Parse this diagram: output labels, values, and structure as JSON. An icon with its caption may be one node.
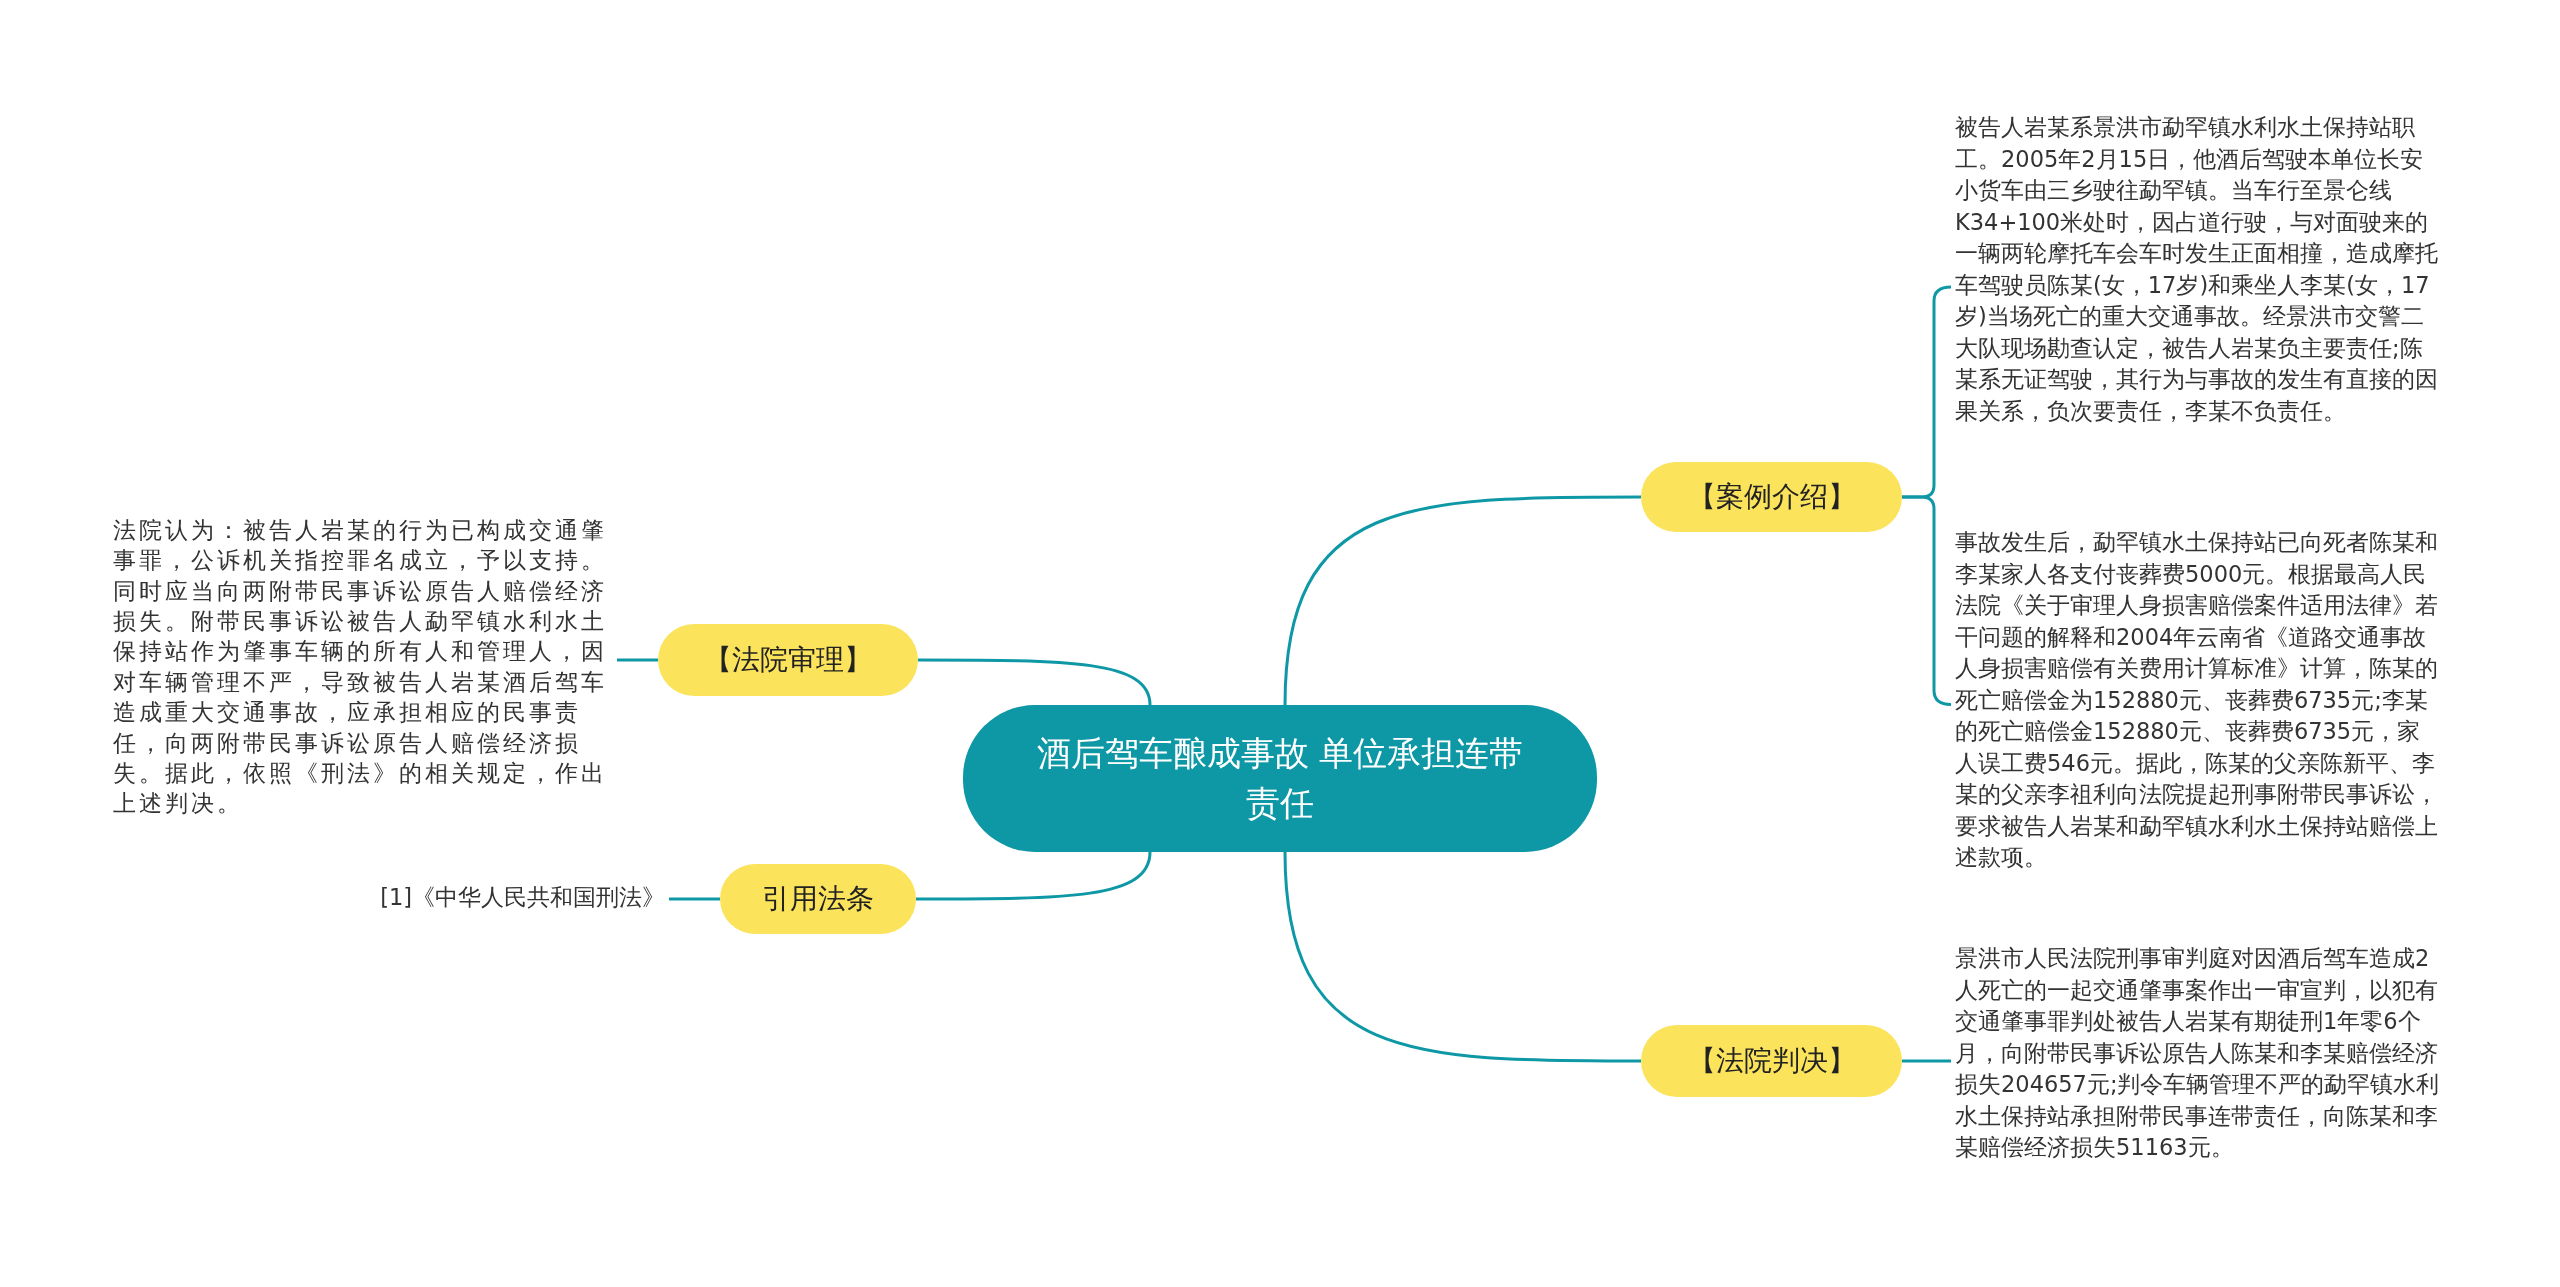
{
  "diagram": {
    "nodes": [
      {
        "text": [
          "酒后驾车酿成事故 单位承担连带责任"
        ]
      },
      {
        "text": [
          "【案例介绍】"
        ]
      },
      {
        "text": [
          "被告人岩某系景洪市勐罕镇水利水土保持站职工。2005年2月15日，他酒后驾驶本单位长安小货车由三乡驶往勐罕镇。当车行至景仑线K34+100米处时，因占道行驶，与对面驶来的一辆两轮摩托车会车时发生正面相撞，造成摩托车驾驶员陈某(女，17岁)和乘坐人李某(女，17岁)当场死亡的重大交通事故。经景洪市交警二大队现场勘查认定，被告人岩某负主要责任;陈某系无证驾驶，其行为与事故的发生有直接的因果关系，负次要责任，李某不负责任。"
        ]
      },
      {
        "text": [
          "事故发生后，勐罕镇水土保持站已向死者陈某和李某家人各支付丧葬费5000元。根据最高人民法院《关于审理人身损害赔偿案件适用法律》若干问题的解释和2004年云南省《道路交通事故人身损害赔偿有关费用计算标准》计算，陈某的死亡赔偿金为152880元、丧葬费6735元;李某的死亡赔偿金152880元、丧葬费6735元，家人误工费546元。据此，陈某的父亲陈新平、李某的父亲李祖利向法院提起刑事附带民事诉讼，要求被告人岩某和勐罕镇水利水土保持站赔偿上述款项。"
        ]
      },
      {
        "text": [
          "【法院判决】"
        ]
      },
      {
        "text": [
          "景洪市人民法院刑事审判庭对因酒后驾车造成2人死亡的一起交通肇事案作出一审宣判，以犯有交通肇事罪判处被告人岩某有期徒刑1年零6个月，向附带民事诉讼原告人陈某和李某赔偿经济损失204657元;判令车辆管理不严的勐罕镇水利水土保持站承担附带民事连带责任，向陈某和李某赔偿经济损失51163元。"
        ]
      },
      {
        "text": [
          "【法院审理】"
        ]
      },
      {
        "text": [
          "法院认为：被告人岩某的行为已构成交通肇事罪，公诉机关指控罪名成立，予以支持。同时应当向两附带民事诉讼原告人赔偿经济损失。附带民事诉讼被告人勐罕镇水利水土保持站作为肇事车辆的所有人和管理人，因对车辆管理不严，导致被告人岩某酒后驾车造成重大交通事故，应承担相应的民事责任，向两附带民事诉讼原告人赔偿经济损失。据此，依照《刑法》的相关规定，作出上述判决。"
        ]
      },
      {
        "text": [
          "引用法条"
        ]
      },
      {
        "text": [
          "[1]《中华人民共和国刑法》"
        ]
      }
    ],
    "edges": [
      {
        "from": 0,
        "to": 1,
        "arrow": "none"
      },
      {
        "from": 1,
        "to": 2,
        "arrow": "none"
      },
      {
        "from": 1,
        "to": 3,
        "arrow": "none"
      },
      {
        "from": 0,
        "to": 4,
        "arrow": "none"
      },
      {
        "from": 4,
        "to": 5,
        "arrow": "none"
      },
      {
        "from": 0,
        "to": 6,
        "arrow": "none"
      },
      {
        "from": 6,
        "to": 7,
        "arrow": "none"
      },
      {
        "from": 0,
        "to": 8,
        "arrow": "none"
      },
      {
        "from": 8,
        "to": 9,
        "arrow": "none"
      }
    ]
  }
}
